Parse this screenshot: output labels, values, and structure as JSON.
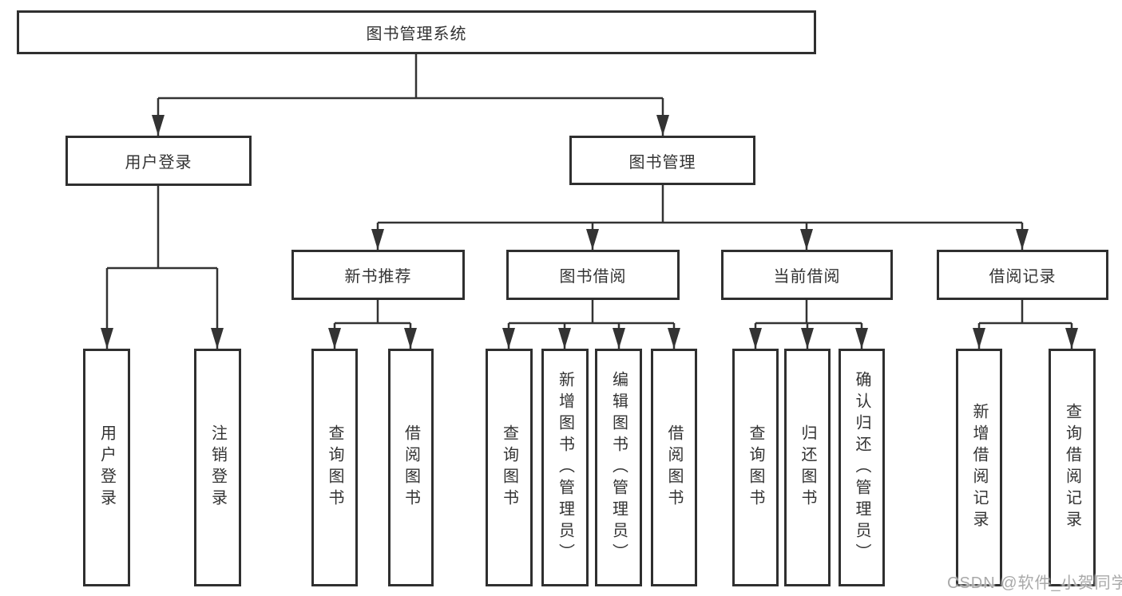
{
  "diagram": {
    "root": {
      "label": "图书管理系统"
    },
    "level2": [
      {
        "label": "用户登录"
      },
      {
        "label": "图书管理"
      }
    ],
    "level3": [
      {
        "label": "新书推荐"
      },
      {
        "label": "图书借阅"
      },
      {
        "label": "当前借阅"
      },
      {
        "label": "借阅记录"
      }
    ],
    "leaves": [
      {
        "label": "用户登录"
      },
      {
        "label": "注销登录"
      },
      {
        "label": "查询图书"
      },
      {
        "label": "借阅图书"
      },
      {
        "label": "查询图书"
      },
      {
        "label": "新增图书（管理员）"
      },
      {
        "label": "编辑图书（管理员）"
      },
      {
        "label": "借阅图书"
      },
      {
        "label": "查询图书"
      },
      {
        "label": "归还图书"
      },
      {
        "label": "确认归还（管理员）"
      },
      {
        "label": "新增借阅记录"
      },
      {
        "label": "查询借阅记录"
      }
    ]
  },
  "watermark": "CSDN @软件_小贺同学",
  "colors": {
    "line": "#333333",
    "border": "#2f2f2f",
    "text": "#333333",
    "watermark": "#a9a9a9",
    "background": "#ffffff"
  }
}
